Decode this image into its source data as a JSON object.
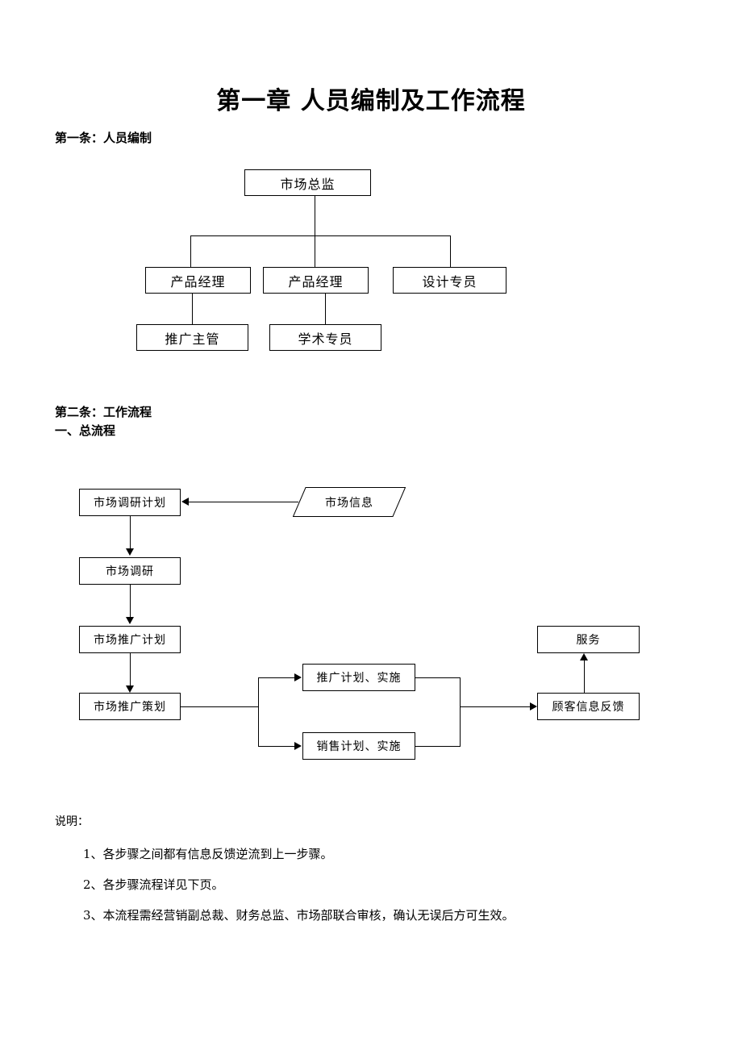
{
  "document": {
    "title": "第一章 人员编制及工作流程",
    "clause_1": "第一条：人员编制",
    "clause_2": "第二条：工作流程",
    "section_1": "一、总流程"
  },
  "org_chart": {
    "level_1": [
      {
        "label": "市场总监"
      }
    ],
    "level_2": [
      {
        "label": "产品经理"
      },
      {
        "label": "产品经理"
      },
      {
        "label": "设计专员"
      }
    ],
    "level_3": [
      {
        "label": "推广主管"
      },
      {
        "label": "学术专员"
      }
    ]
  },
  "flowchart": {
    "nodes": [
      {
        "id": "market-research-plan",
        "label": "市场调研计划",
        "shape": "rect"
      },
      {
        "id": "market-information",
        "label": "市场信息",
        "shape": "parallelogram"
      },
      {
        "id": "market-research",
        "label": "市场调研",
        "shape": "rect"
      },
      {
        "id": "promotion-plan",
        "label": "市场推广计划",
        "shape": "rect"
      },
      {
        "id": "promotion-planning",
        "label": "市场推广策划",
        "shape": "rect"
      },
      {
        "id": "promotion-execute",
        "label": "推广计划、实施",
        "shape": "rect"
      },
      {
        "id": "sales-execute",
        "label": "销售计划、实施",
        "shape": "rect"
      },
      {
        "id": "customer-feedback",
        "label": "顾客信息反馈",
        "shape": "rect"
      },
      {
        "id": "service",
        "label": "服务",
        "shape": "rect"
      }
    ]
  },
  "notes": {
    "label": "说明：",
    "items": [
      "1、各步骤之间都有信息反馈逆流到上一步骤。",
      "2、各步骤流程详见下页。",
      "3、本流程需经营销副总裁、财务总监、市场部联合审核，确认无误后方可生效。"
    ]
  },
  "colors": {
    "ink": "#000000",
    "paper": "#ffffff"
  }
}
